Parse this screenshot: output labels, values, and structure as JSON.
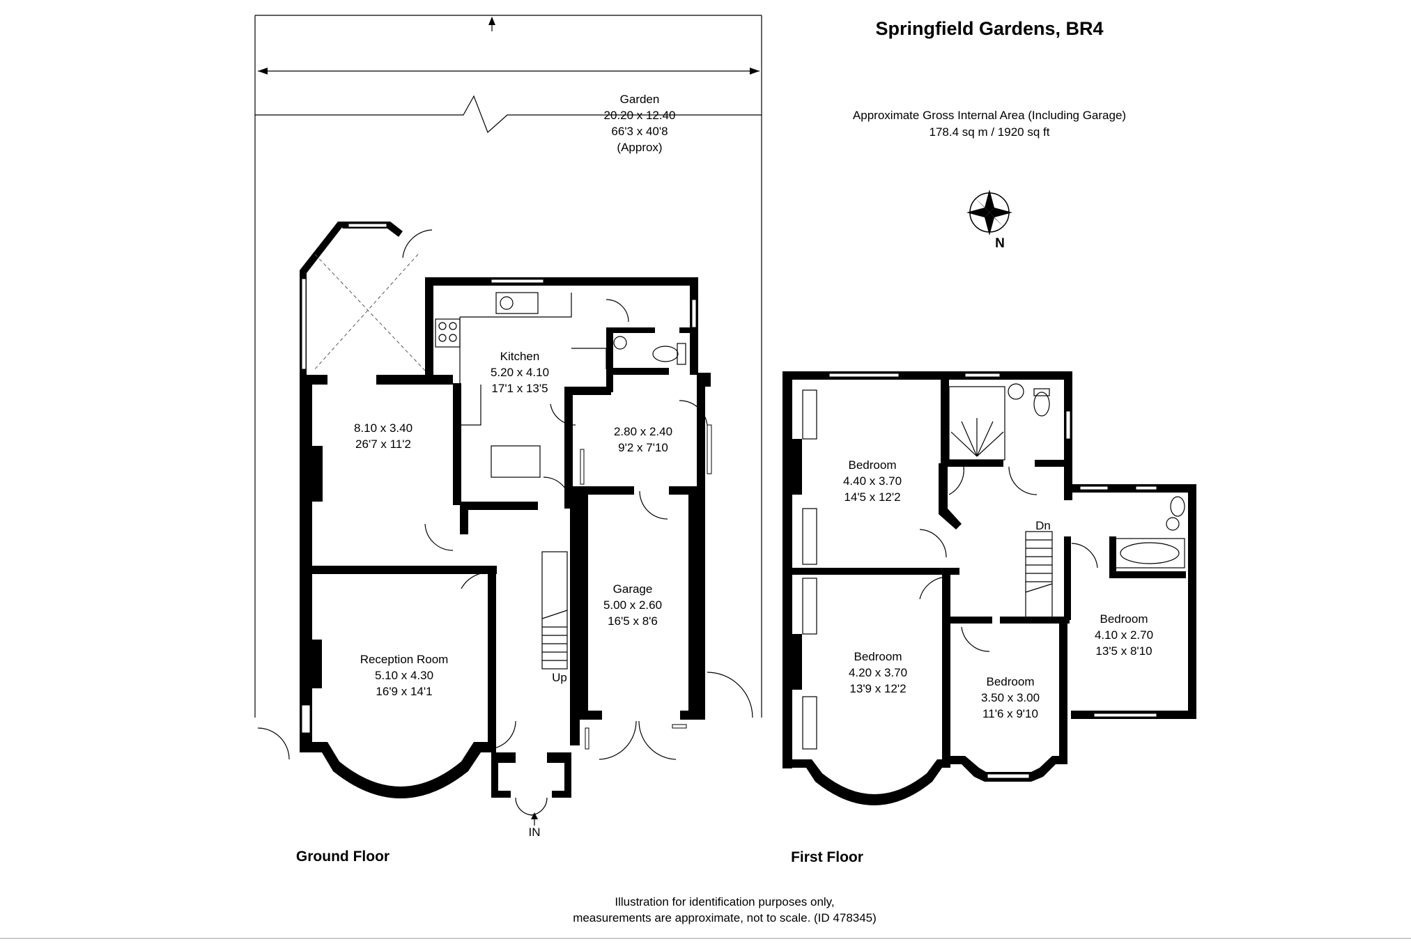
{
  "title": "Springfield Gardens, BR4",
  "area": {
    "line1": "Approximate Gross Internal Area (Including Garage)",
    "line2": "178.4 sq m / 1920 sq ft"
  },
  "compass": {
    "label": "N"
  },
  "garden": {
    "name": "Garden",
    "metric": "20.20 x 12.40",
    "imperial": "66'3 x 40'8",
    "note": "(Approx)"
  },
  "ground_floor": {
    "label": "Ground Floor",
    "rooms": [
      {
        "name": "Kitchen",
        "metric": "5.20 x 4.10",
        "imperial": "17'1 x 13'5"
      },
      {
        "name": "",
        "metric": "8.10 x 3.40",
        "imperial": "26'7 x 11'2"
      },
      {
        "name": "",
        "metric": "2.80 x 2.40",
        "imperial": "9'2 x 7'10"
      },
      {
        "name": "Garage",
        "metric": "5.00 x 2.60",
        "imperial": "16'5 x 8'6"
      },
      {
        "name": "Reception Room",
        "metric": "5.10 x 4.30",
        "imperial": "16'9 x 14'1"
      }
    ],
    "stair_label": "Up",
    "entrance_label": "IN"
  },
  "first_floor": {
    "label": "First Floor",
    "rooms": [
      {
        "name": "Bedroom",
        "metric": "4.40 x 3.70",
        "imperial": "14'5 x 12'2"
      },
      {
        "name": "Bedroom",
        "metric": "4.20 x 3.70",
        "imperial": "13'9 x 12'2"
      },
      {
        "name": "Bedroom",
        "metric": "3.50 x 3.00",
        "imperial": "11'6 x 9'10"
      },
      {
        "name": "Bedroom",
        "metric": "4.10 x 2.70",
        "imperial": "13'5 x 8'10"
      }
    ],
    "stair_label": "Dn"
  },
  "disclaimer": {
    "line1": "Illustration for identification purposes only,",
    "line2": "measurements are approximate, not to scale. (ID 478345)"
  }
}
